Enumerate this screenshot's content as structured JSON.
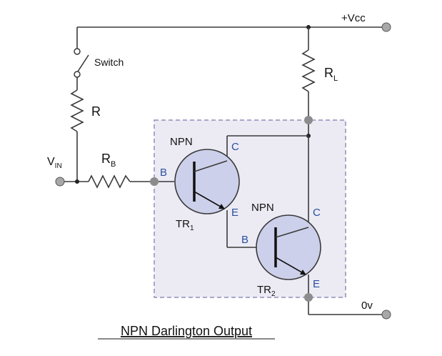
{
  "labels": {
    "vcc": "+Vcc",
    "ground": "0v",
    "switch": "Switch",
    "resistor_r": "R",
    "resistor_rl": "R",
    "resistor_rl_sub": "L",
    "resistor_rb": "R",
    "resistor_rb_sub": "B",
    "vin": "V",
    "vin_sub": "IN",
    "tr1_type": "NPN",
    "tr1_name": "TR",
    "tr1_sub": "1",
    "tr1_base": "B",
    "tr1_collector": "C",
    "tr1_emitter": "E",
    "tr2_type": "NPN",
    "tr2_name": "TR",
    "tr2_sub": "2",
    "tr2_base": "B",
    "tr2_collector": "C",
    "tr2_emitter": "E",
    "caption": "NPN Darlington Output"
  },
  "colors": {
    "wire": "#3a3a3a",
    "transistor_fill": "#cdd0ea",
    "box_fill": "#ecebf4",
    "box_border": "#8f8fb8",
    "node_gray": "#8c8c8c",
    "terminal_fill": "#a8a8a8",
    "pin_label": "#2a4fa0"
  }
}
